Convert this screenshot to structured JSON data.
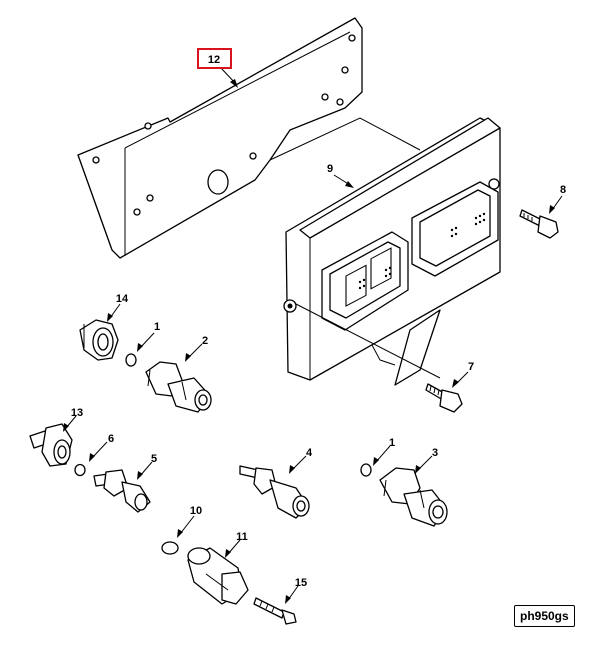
{
  "reference_code": "ph950gs",
  "highlighted_callout": "12",
  "callouts": {
    "c12": "12",
    "c9": "9",
    "c8": "8",
    "c14": "14",
    "c1a": "1",
    "c2": "2",
    "c7": "7",
    "c13": "13",
    "c6": "6",
    "c5": "5",
    "c4": "4",
    "c1b": "1",
    "c3": "3",
    "c10": "10",
    "c11": "11",
    "c15": "15"
  },
  "colors": {
    "highlight": "#d9141e",
    "line": "#000000",
    "background": "#ffffff"
  }
}
